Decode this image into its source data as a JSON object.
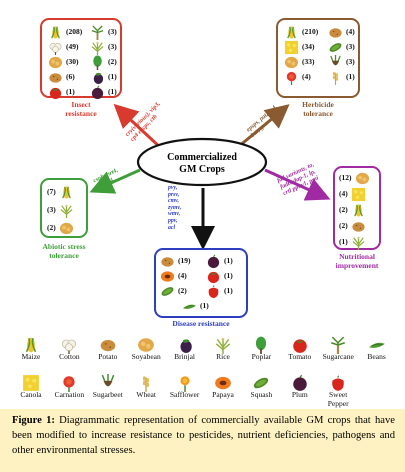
{
  "center": {
    "line1": "Commercialized",
    "line2": "GM Crops"
  },
  "boxes": {
    "insect": {
      "title": "Insect\nresistance",
      "color": "#d83a2e",
      "items": [
        {
          "count": "(208)",
          "icon": "maize-icon"
        },
        {
          "count": "(3)",
          "icon": "sugarcane-icon"
        },
        {
          "count": "(49)",
          "icon": "cotton-icon"
        },
        {
          "count": "(3)",
          "icon": "rice-icon"
        },
        {
          "count": "(30)",
          "icon": "soyabean-icon"
        },
        {
          "count": "(2)",
          "icon": "poplar-icon"
        },
        {
          "count": "(6)",
          "icon": "potato-icon"
        },
        {
          "count": "(1)",
          "icon": "brinjal-icon"
        },
        {
          "count": "(1)",
          "icon": "tomato-icon"
        },
        {
          "count": "(1)",
          "icon": "plum-icon"
        }
      ]
    },
    "herbicide": {
      "title": "Herbicide\ntolerance",
      "color": "#8a5a30",
      "items": [
        {
          "count": "(210)",
          "icon": "maize-icon"
        },
        {
          "count": "(4)",
          "icon": "potato-icon"
        },
        {
          "count": "(34)",
          "icon": "canola-icon"
        },
        {
          "count": "(3)",
          "icon": "squash-icon"
        },
        {
          "count": "(33)",
          "icon": "soyabean-icon"
        },
        {
          "count": "(3)",
          "icon": "sugarbeet-icon"
        },
        {
          "count": "(4)",
          "icon": "carnation-icon"
        },
        {
          "count": "(1)",
          "icon": "wheat-icon"
        }
      ]
    },
    "abiotic": {
      "title": "Abiotic stress\ntolerance",
      "color": "#3f9e3a",
      "items": [
        {
          "count": "(7)",
          "icon": "maize-icon"
        },
        {
          "count": "(3)",
          "icon": "rice-icon"
        },
        {
          "count": "(2)",
          "icon": "soyabean-icon"
        }
      ]
    },
    "nutritional": {
      "title": "Nutritional\nimprovement",
      "color": "#a02aa2",
      "items": [
        {
          "count": "(12)",
          "icon": "soyabean-icon"
        },
        {
          "count": "(4)",
          "icon": "canola-icon"
        },
        {
          "count": "(2)",
          "icon": "maize-icon"
        },
        {
          "count": "(2)",
          "icon": "potato-icon"
        },
        {
          "count": "(1)",
          "icon": "rice-icon"
        }
      ]
    },
    "disease": {
      "title": "Disease resistance",
      "color": "#2d3fc0",
      "items": [
        {
          "count": "(19)",
          "icon": "potato-icon"
        },
        {
          "count": "(1)",
          "icon": "plum-icon"
        },
        {
          "count": "(4)",
          "icon": "papaya-icon"
        },
        {
          "count": "(1)",
          "icon": "tomato-icon"
        },
        {
          "count": "(2)",
          "icon": "squash-icon"
        },
        {
          "count": "(1)",
          "icon": "sweet-pepper-icon"
        },
        {
          "count": "(1)",
          "icon": "beans-icon"
        }
      ]
    }
  },
  "gene_labels": {
    "insect": "cry(various), vip3,\ncp4 epsps, ctb",
    "herbicide": "epsps, pat, cp4,\nbar, gox",
    "abiotic": "cspb, hrt4,\nhahb-4",
    "nutritional": "fad variants, to,\nfadb, dap-1, lp,\ncrtl pphy1, pmi",
    "disease": "pvy,\nprsv,\ncmv,\nzymv,\nwmv,\nppv,\nacl"
  },
  "legend": [
    {
      "label": "Maize",
      "icon": "maize-icon"
    },
    {
      "label": "Cotton",
      "icon": "cotton-icon"
    },
    {
      "label": "Potato",
      "icon": "potato-icon"
    },
    {
      "label": "Soyabean",
      "icon": "soyabean-icon"
    },
    {
      "label": "Brinjal",
      "icon": "brinjal-icon"
    },
    {
      "label": "Rice",
      "icon": "rice-icon"
    },
    {
      "label": "Poplar",
      "icon": "poplar-icon"
    },
    {
      "label": "Tomato",
      "icon": "tomato-icon"
    },
    {
      "label": "Sugarcane",
      "icon": "sugarcane-icon"
    },
    {
      "label": "Beans",
      "icon": "beans-icon"
    },
    {
      "label": "Canola",
      "icon": "canola-icon"
    },
    {
      "label": "Carnation",
      "icon": "carnation-icon"
    },
    {
      "label": "Sugarbeet",
      "icon": "sugarbeet-icon"
    },
    {
      "label": "Wheat",
      "icon": "wheat-icon"
    },
    {
      "label": "Safflower",
      "icon": "safflower-icon"
    },
    {
      "label": "Papaya",
      "icon": "papaya-icon"
    },
    {
      "label": "Squash",
      "icon": "squash-icon"
    },
    {
      "label": "Plum",
      "icon": "plum-icon"
    },
    {
      "label": "Sweet Pepper",
      "icon": "sweet-pepper-icon"
    }
  ],
  "caption": {
    "label": "Figure 1:",
    "text": " Diagrammatic representation of commercially available GM crops that have been modified to increase resistance to pesticides, nutrient deficiencies, pathogens and other environmental stresses."
  },
  "colors": {
    "insect": "#d83a2e",
    "herbicide": "#8a5a30",
    "abiotic": "#3f9e3a",
    "nutritional": "#a02aa2",
    "disease": "#2d3fc0",
    "caption_bg": "#fff2c2"
  }
}
